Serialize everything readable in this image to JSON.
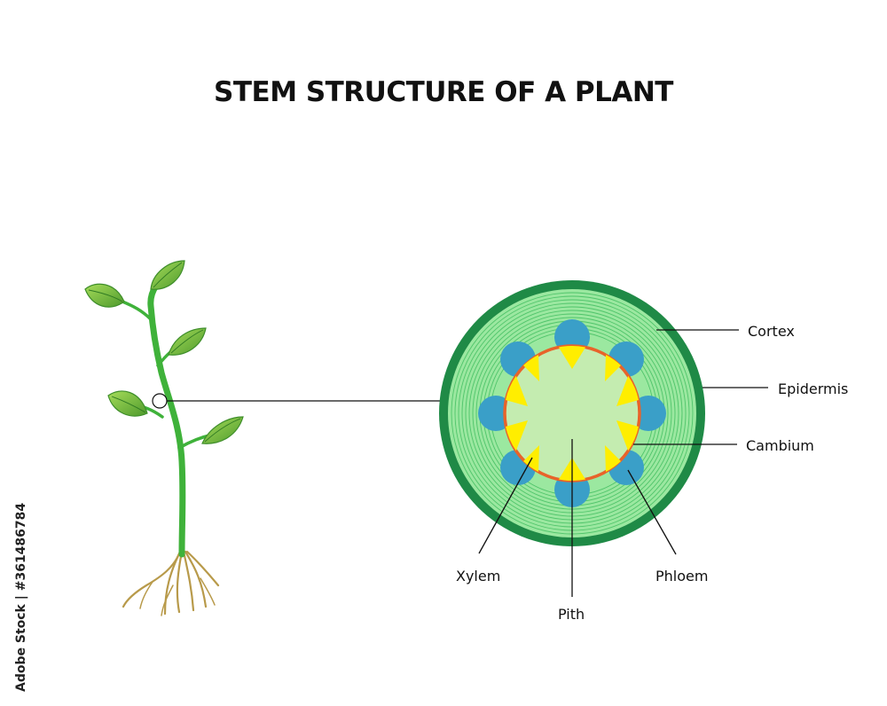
{
  "title": "STEM STRUCTURE OF A PLANT",
  "labels": {
    "cortex": "Cortex",
    "epidermis": "Epidermis",
    "cambium": "Cambium",
    "phloem": "Phloem",
    "pith": "Pith",
    "xylem": "Xylem"
  },
  "stock_id": "Adobe Stock | #361486784",
  "colors": {
    "epidermis": "#1f8a46",
    "cortex": "#9be8a0",
    "cortex_rings": "#4fc46a",
    "pith": "#c4ecb0",
    "cambium": "#e8632a",
    "xylem": "#ffee00",
    "phloem": "#3a9fc8",
    "stem": "#3fb23a",
    "leaf": "#7cc443",
    "root": "#b89a4a"
  }
}
